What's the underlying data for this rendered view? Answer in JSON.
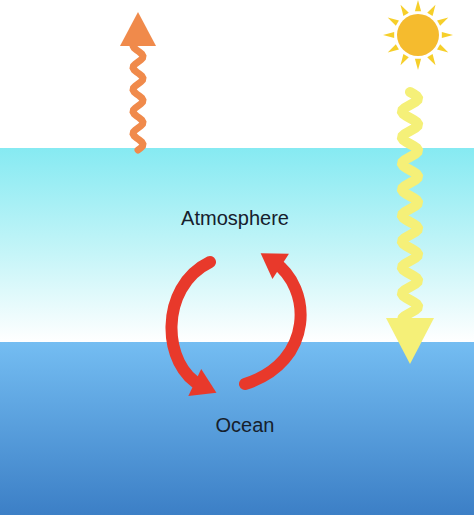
{
  "diagram": {
    "nodes": [
      {
        "text": [
          "Atmosphere"
        ]
      },
      {
        "text": [
          "Ocean"
        ]
      }
    ],
    "edges": [
      {
        "from": 0,
        "to": 1,
        "arrow": "to"
      },
      {
        "from": 1,
        "to": 0,
        "arrow": "to"
      }
    ]
  }
}
